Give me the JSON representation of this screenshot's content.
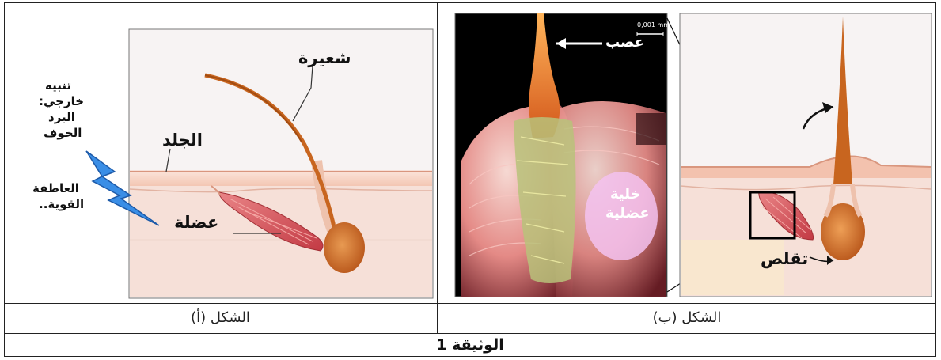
{
  "document_title": "الوثيقة 1",
  "figure_a": {
    "caption": "الشكل (أ)",
    "labels": {
      "hair": "شعيرة",
      "skin": "الجلد",
      "muscle": "عضلة"
    },
    "stimulus_lines": [
      "تنبيه",
      "خارجي:",
      "البرد",
      "الخوف",
      "العاطفة",
      "القوية.."
    ]
  },
  "figure_b": {
    "caption": "الشكل (ب)",
    "micro_labels": {
      "nerve": "عصب",
      "muscle_cell_line1": "خلية",
      "muscle_cell_line2": "عضلية",
      "scale": "0,001 mm"
    },
    "contraction_label": "تقلص"
  },
  "colors": {
    "skin_top": "#f6c9b4",
    "skin_line": "#e0a58c",
    "hair": "#c8651f",
    "muscle": "#d9545a",
    "stimulus_bolt": "#3a8ee6",
    "micro_bg": "#000000",
    "frame": "#222222"
  }
}
